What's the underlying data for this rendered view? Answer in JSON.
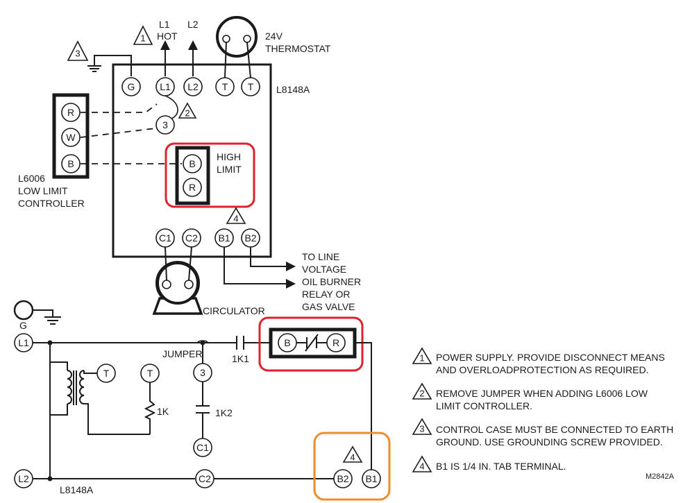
{
  "top": {
    "l1": "L1",
    "hot": "HOT",
    "l2": "L2",
    "thermostat_v": "24V",
    "thermostat": "THERMOSTAT",
    "model": "L8148A"
  },
  "terminals": {
    "g": "G",
    "l1": "L1",
    "l2": "L2",
    "t1": "T",
    "t2": "T",
    "three": "3",
    "b": "B",
    "r": "R",
    "w": "W",
    "c1": "C1",
    "c2": "C2",
    "b1": "B1",
    "b2": "B2"
  },
  "high_limit": {
    "line1": "HIGH",
    "line2": "LIMIT"
  },
  "low_limit": {
    "line1": "L6006",
    "line2": "LOW LIMIT",
    "line3": "CONTROLLER"
  },
  "outputs": {
    "line1": "TO LINE",
    "line2": "VOLTAGE",
    "line3": "OIL BURNER",
    "line4": "RELAY OR",
    "line5": "GAS VALVE"
  },
  "circulator": "CIRCULATOR",
  "schematic": {
    "g": "G",
    "l1": "L1",
    "l2": "L2",
    "jumper": "JUMPER",
    "k1": "1K1",
    "k2": "1K2",
    "k": "1K",
    "three": "3",
    "t1": "T",
    "t2": "T",
    "c1": "C1",
    "c2": "C2",
    "b": "B",
    "r": "R",
    "b1": "B1",
    "b2": "B2",
    "model": "L8148A"
  },
  "markers": {
    "one": "1",
    "two": "2",
    "three": "3",
    "four": "4"
  },
  "notes": [
    {
      "num": "1",
      "line1": "POWER SUPPLY.  PROVIDE DISCONNECT MEANS",
      "line2": "AND OVERLOADPROTECTION AS REQUIRED."
    },
    {
      "num": "2",
      "line1": "REMOVE JUMPER WHEN ADDING L6006 LOW",
      "line2": "LIMIT CONTROLLER."
    },
    {
      "num": "3",
      "line1": "CONTROL CASE MUST BE CONNECTED TO EARTH",
      "line2": "GROUND. USE GROUNDING SCREW PROVIDED."
    },
    {
      "num": "4",
      "line1": "B1 IS 1/4 IN. TAB TERMINAL.",
      "line2": ""
    }
  ],
  "figure_id": "M2842A",
  "highlight_colors": {
    "red": "#e0202a",
    "orange": "#f08a2a"
  }
}
